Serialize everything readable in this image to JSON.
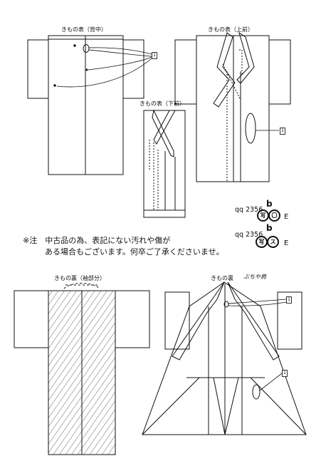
{
  "diagrams": {
    "outer_back": {
      "title": "きもの表（背中）",
      "tag": "1"
    },
    "outer_front": {
      "title": "きもの表（上前）",
      "tag": "1"
    },
    "outer_lower_front": {
      "title": "きもの表（下前）"
    },
    "inner_sleeve": {
      "title": "きもの裏（袖部分）"
    },
    "inner": {
      "title": "きもの裏",
      "handwritten_note": "ぶちや肩",
      "tags": [
        "1",
        "1"
      ]
    }
  },
  "product_codes": [
    {
      "code": "qq 2356",
      "suffix": "b",
      "marks": [
        "写",
        "〇"
      ],
      "grade": "E"
    },
    {
      "code": "qq 2356",
      "suffix": "b",
      "marks": [
        "写",
        "ス"
      ],
      "grade": "E"
    }
  ],
  "notice": {
    "line1": "※注　中古品の為、表記にない汚れや傷が",
    "line2": "ある場合もございます。何卒ご了承くださいませ。"
  }
}
